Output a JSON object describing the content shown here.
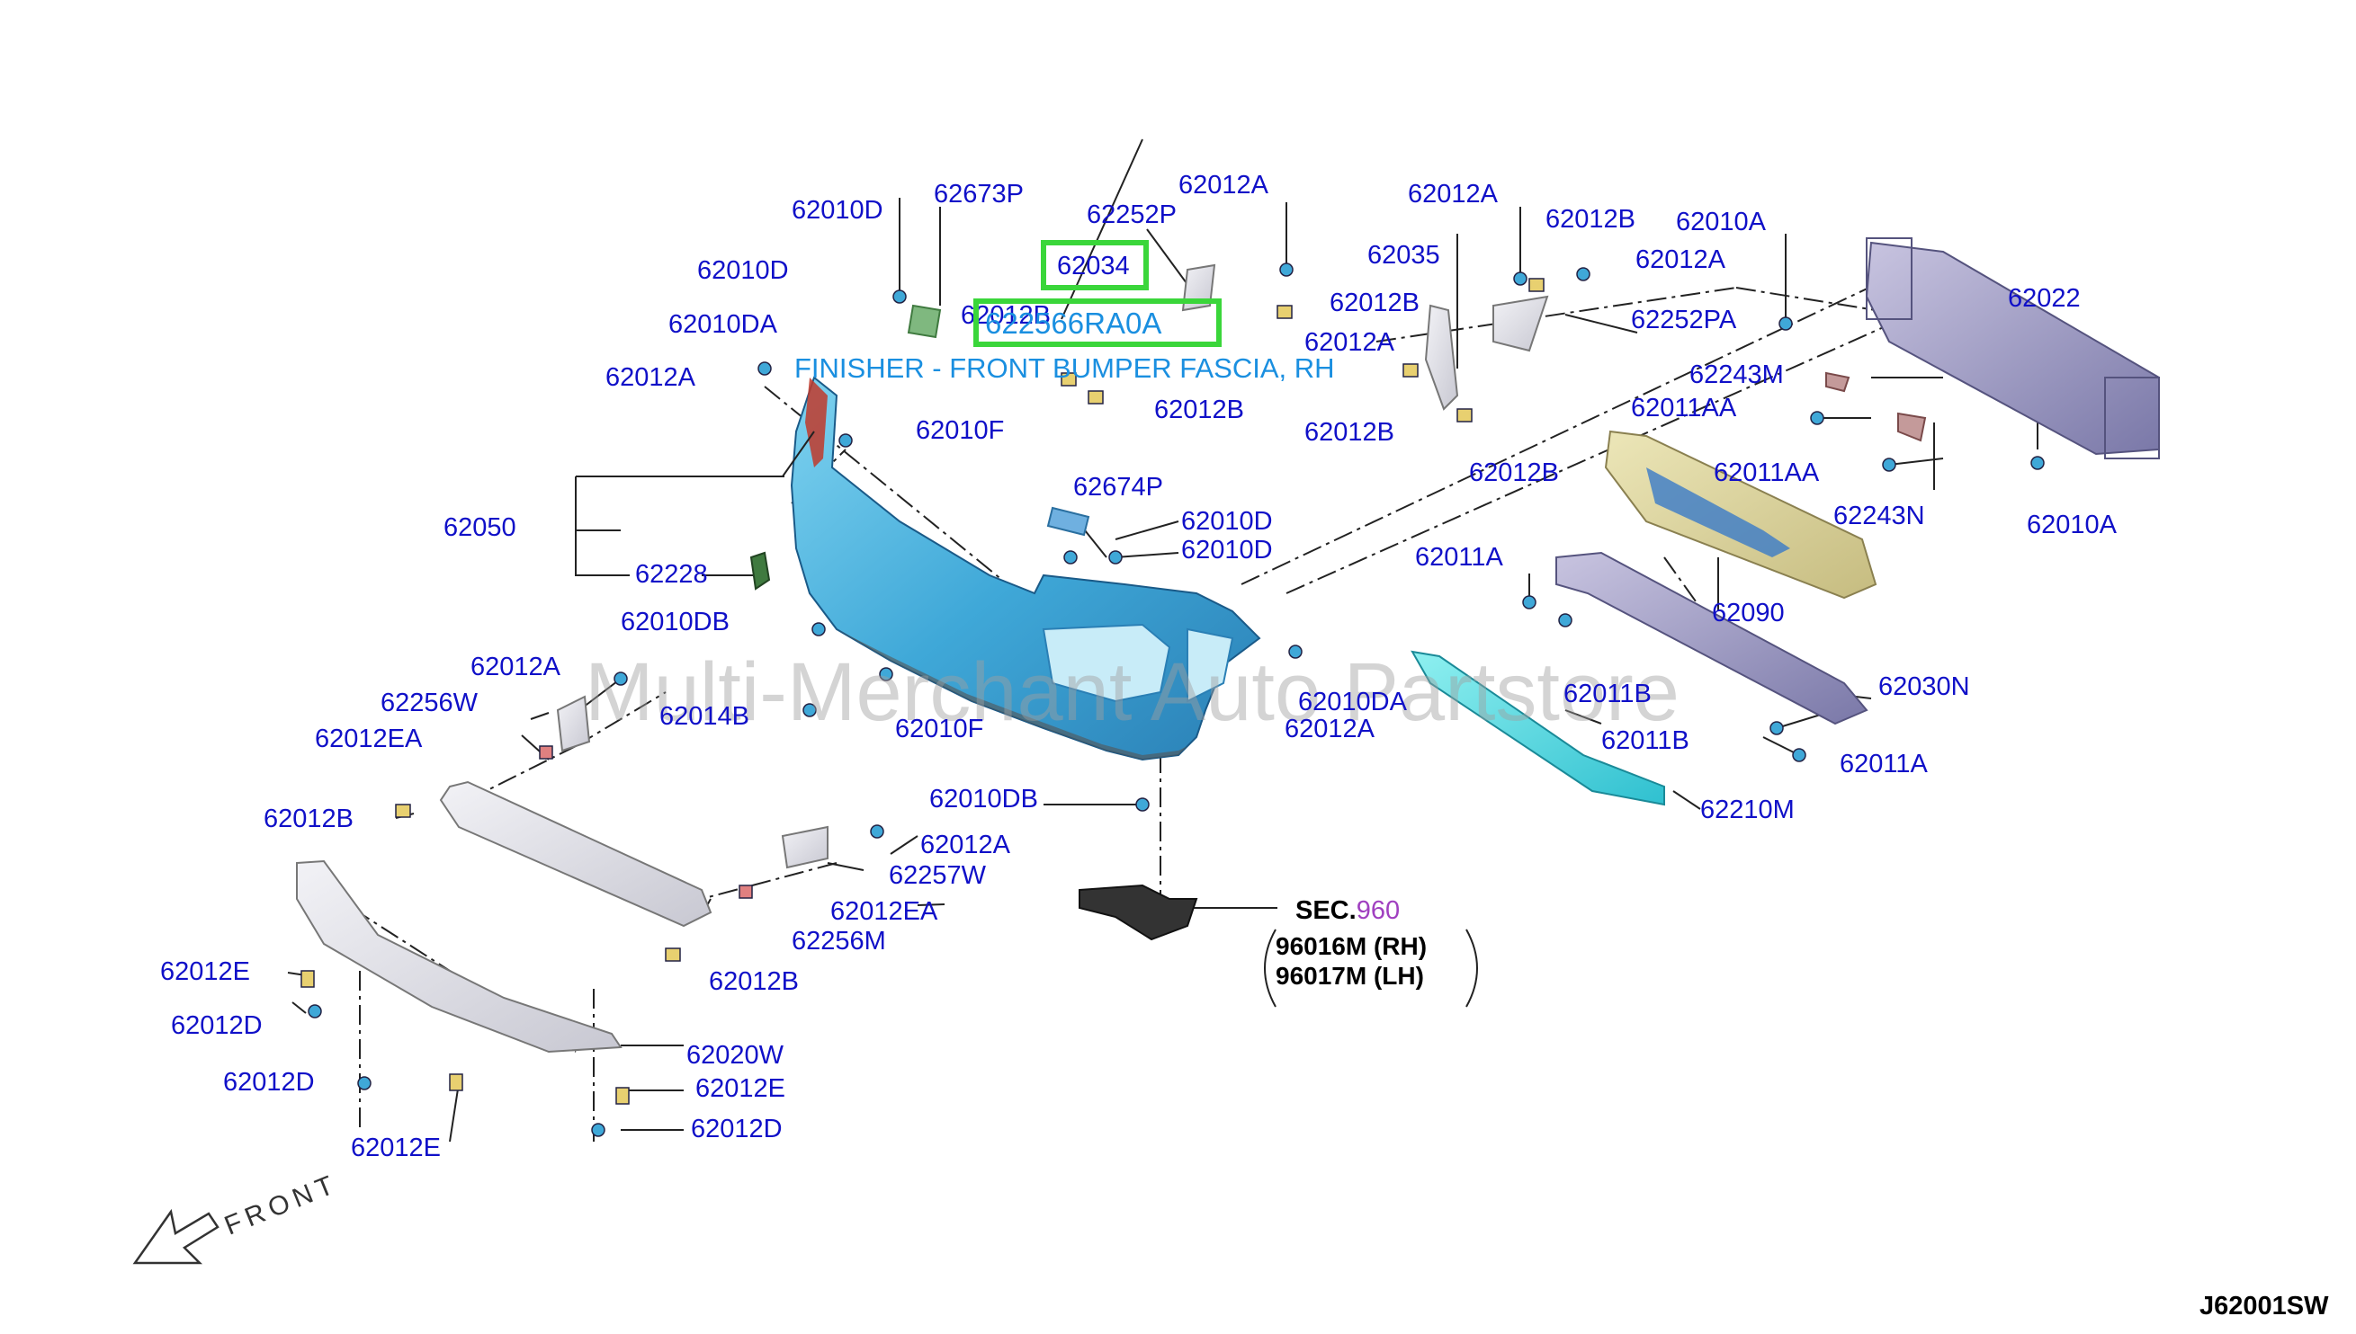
{
  "diagram": {
    "figure_code": "J62001SW",
    "front_label": "FRONT",
    "watermark": "Multi-Merchant Auto Partstore",
    "highlight": {
      "ref": "62034",
      "part_number": "622566RA0A",
      "description": "FINISHER - FRONT BUMPER FASCIA, RH",
      "highlight_color": "#3ad63a"
    },
    "section_ref": {
      "prefix": "SEC.",
      "number": "960",
      "items": [
        "96016M (RH)",
        "96017M (LH)"
      ]
    },
    "callouts": [
      {
        "id": "c01",
        "text": "62010D"
      },
      {
        "id": "c02",
        "text": "62673P"
      },
      {
        "id": "c03",
        "text": "62252P"
      },
      {
        "id": "c04",
        "text": "62012A"
      },
      {
        "id": "c05",
        "text": "62012A"
      },
      {
        "id": "c06",
        "text": "62012B"
      },
      {
        "id": "c07",
        "text": "62010A"
      },
      {
        "id": "c08",
        "text": "62010D"
      },
      {
        "id": "c09",
        "text": "62012B"
      },
      {
        "id": "c10",
        "text": "62012B"
      },
      {
        "id": "c11",
        "text": "62035"
      },
      {
        "id": "c12",
        "text": "62012A"
      },
      {
        "id": "c13",
        "text": "62022"
      },
      {
        "id": "c14",
        "text": "62010DA"
      },
      {
        "id": "c15",
        "text": "62012A"
      },
      {
        "id": "c16",
        "text": "62252PA"
      },
      {
        "id": "c17",
        "text": "62012A"
      },
      {
        "id": "c18",
        "text": "62243M"
      },
      {
        "id": "c19",
        "text": "62012B"
      },
      {
        "id": "c20",
        "text": "62011AA"
      },
      {
        "id": "c21",
        "text": "62010F"
      },
      {
        "id": "c22",
        "text": "62012B"
      },
      {
        "id": "c23",
        "text": "62012B"
      },
      {
        "id": "c24",
        "text": "62011AA"
      },
      {
        "id": "c25",
        "text": "62243N"
      },
      {
        "id": "c26",
        "text": "62674P"
      },
      {
        "id": "c27",
        "text": "62050"
      },
      {
        "id": "c28",
        "text": "62010D"
      },
      {
        "id": "c29",
        "text": "62010A"
      },
      {
        "id": "c30",
        "text": "62010D"
      },
      {
        "id": "c31",
        "text": "62228"
      },
      {
        "id": "c32",
        "text": "62011A"
      },
      {
        "id": "c33",
        "text": "62090"
      },
      {
        "id": "c34",
        "text": "62010DB"
      },
      {
        "id": "c35",
        "text": "62012A"
      },
      {
        "id": "c36",
        "text": "62256W"
      },
      {
        "id": "c37",
        "text": "62014B"
      },
      {
        "id": "c38",
        "text": "62010F"
      },
      {
        "id": "c39",
        "text": "62010DA"
      },
      {
        "id": "c40",
        "text": "62011B"
      },
      {
        "id": "c41",
        "text": "62030N"
      },
      {
        "id": "c42",
        "text": "62012EA"
      },
      {
        "id": "c43",
        "text": "62012A"
      },
      {
        "id": "c44",
        "text": "62011B"
      },
      {
        "id": "c45",
        "text": "62011A"
      },
      {
        "id": "c46",
        "text": "62010DB"
      },
      {
        "id": "c47",
        "text": "62210M"
      },
      {
        "id": "c48",
        "text": "62012B"
      },
      {
        "id": "c49",
        "text": "62012A"
      },
      {
        "id": "c50",
        "text": "62257W"
      },
      {
        "id": "c51",
        "text": "62012EA"
      },
      {
        "id": "c52",
        "text": "62256M"
      },
      {
        "id": "c53",
        "text": "62012E"
      },
      {
        "id": "c54",
        "text": "62012B"
      },
      {
        "id": "c55",
        "text": "62012D"
      },
      {
        "id": "c56",
        "text": "62020W"
      },
      {
        "id": "c57",
        "text": "62012D"
      },
      {
        "id": "c58",
        "text": "62012E"
      },
      {
        "id": "c59",
        "text": "62012E"
      },
      {
        "id": "c60",
        "text": "62012D"
      }
    ]
  }
}
